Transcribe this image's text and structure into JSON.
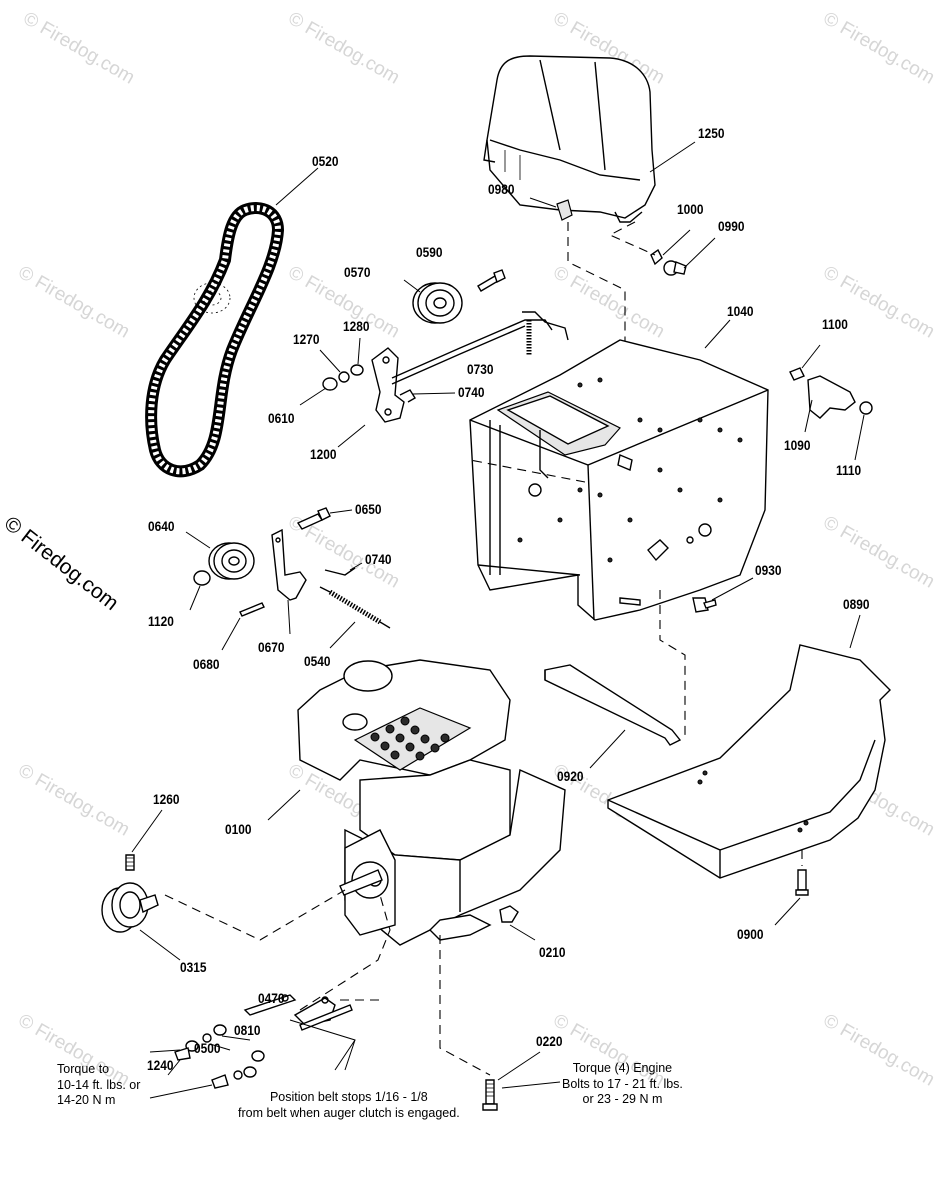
{
  "watermark": {
    "text": "© Firedog.com",
    "side_text": "© Firedog.com"
  },
  "part_labels": {
    "p1250": "1250",
    "p0980": "0980",
    "p1000": "1000",
    "p0990": "0990",
    "p0520": "0520",
    "p0590": "0590",
    "p0570": "0570",
    "p1040": "1040",
    "p1100": "1100",
    "p1270": "1270",
    "p1280": "1280",
    "p0730": "0730",
    "p0740a": "0740",
    "p0610": "0610",
    "p1200": "1200",
    "p1090": "1090",
    "p1110": "1110",
    "p0650": "0650",
    "p0640": "0640",
    "p0740b": "0740",
    "p1120": "1120",
    "p0930": "0930",
    "p0680": "0680",
    "p0670": "0670",
    "p0540": "0540",
    "p0890": "0890",
    "p0920": "0920",
    "p1260": "1260",
    "p0100": "0100",
    "p0900": "0900",
    "p0210": "0210",
    "p0315": "0315",
    "p0470": "0470",
    "p0810": "0810",
    "p0500": "0500",
    "p1240": "1240",
    "p0220": "0220"
  },
  "notes": {
    "torque_left": [
      "Torque to",
      "10-14 ft. lbs. or",
      "14-20 N m"
    ],
    "belt_stops": [
      "Position belt stops 1/16 -  1/8",
      "from belt when auger clutch is engaged."
    ],
    "torque_engine": [
      "Torque (4) Engine",
      "Bolts to 17 - 21 ft. lbs.",
      "or 23 - 29 N m"
    ]
  }
}
